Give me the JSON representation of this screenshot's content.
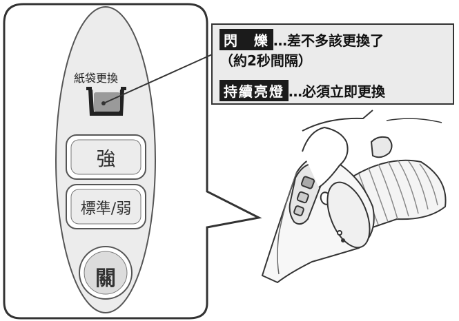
{
  "panel": {
    "indicator_label": "紙袋更換",
    "buttons": {
      "strong": "強",
      "standard_weak": "標準/弱",
      "off": "關"
    }
  },
  "callout": {
    "flash_tag": "閃　爍",
    "flash_text": "…差不多該更換了",
    "flash_interval": "（約2秒間隔）",
    "steady_tag": "持續亮燈",
    "steady_text": "…必須立即更換"
  },
  "icons": [
    "bag-indicator-icon",
    "vacuum-handle-illustration"
  ]
}
